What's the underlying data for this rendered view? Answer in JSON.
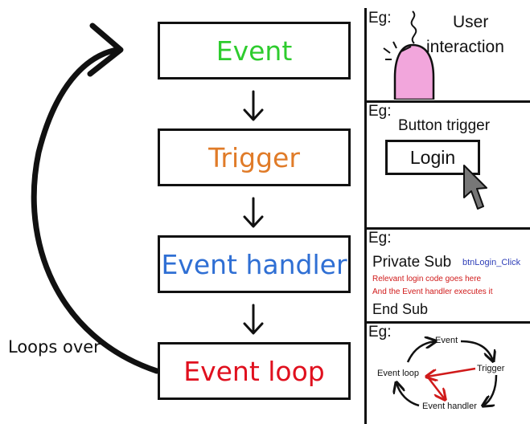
{
  "stages": [
    {
      "label": "Event",
      "color": "#2ecc2e"
    },
    {
      "label": "Trigger",
      "color": "#e07b28"
    },
    {
      "label": "Event handler",
      "color": "#2f6fd4"
    },
    {
      "label": "Event loop",
      "color": "#e0101e"
    }
  ],
  "loop_label": "Loops over",
  "panels": {
    "eg_label": "Eg:",
    "user": {
      "line1": "User",
      "line2": "interaction"
    },
    "button": {
      "caption": "Button trigger",
      "button_label": "Login"
    },
    "code": {
      "private_sub": "Private Sub",
      "sub_name": "btnLogin_Click",
      "comment1": "Relevant login code goes here",
      "comment2": "And the Event handler executes it",
      "end_sub": "End Sub"
    },
    "loop_diagram": {
      "event": "Event",
      "trigger": "Trigger",
      "event_loop": "Event loop",
      "event_handler": "Event handler"
    }
  }
}
